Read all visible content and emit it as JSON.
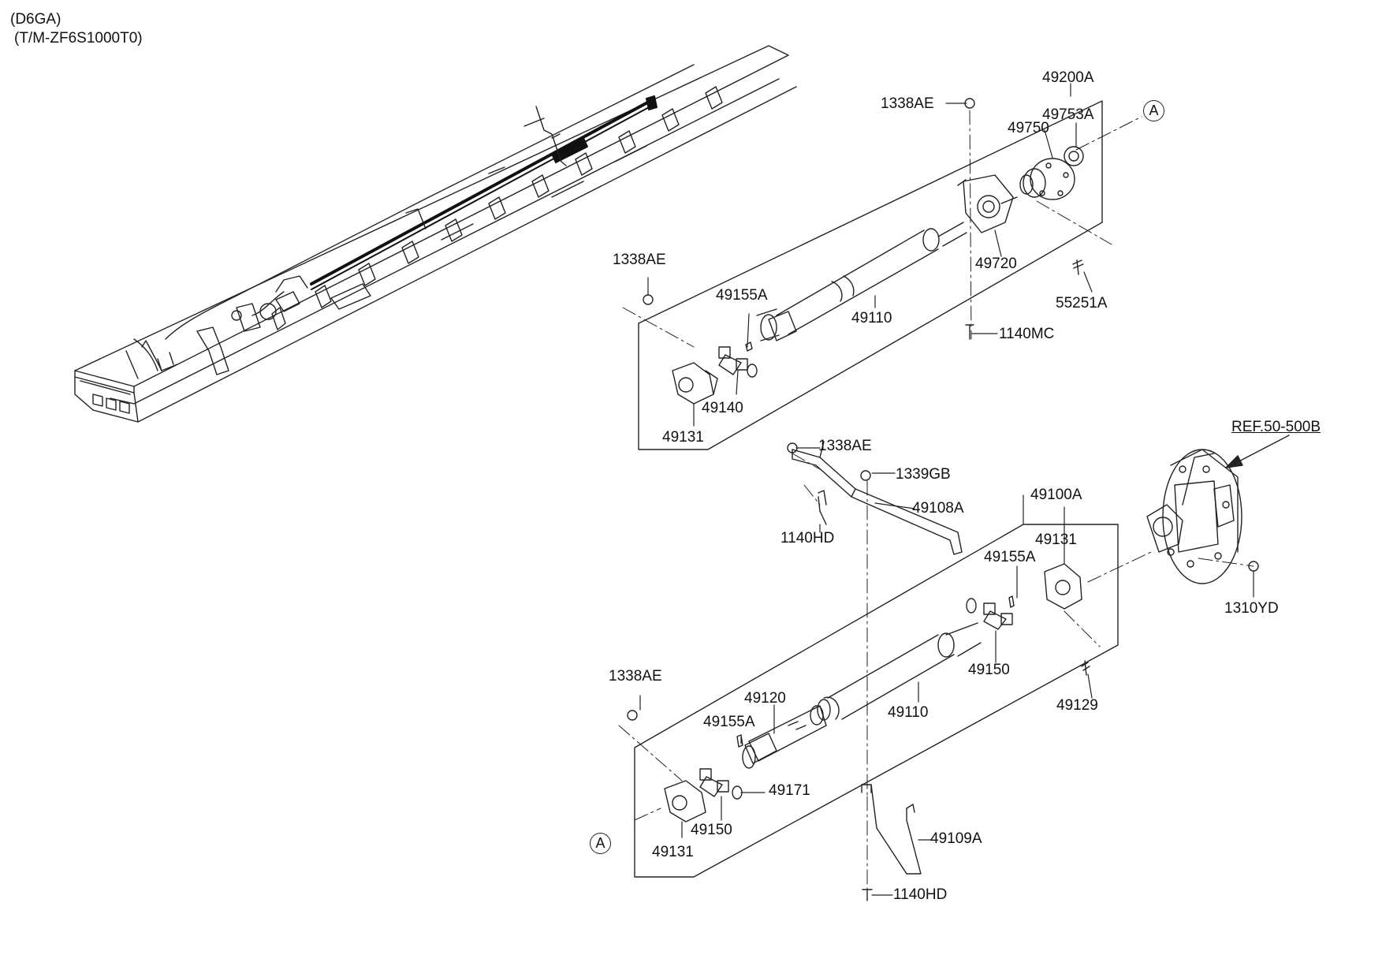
{
  "header": {
    "model": "(D6GA)",
    "transmission": "(T/M-ZF6S1000T0)"
  },
  "reference": {
    "label": "REF.50-500B"
  },
  "markers": {
    "a1": "A",
    "a2": "A"
  },
  "parts": {
    "p49200A": "49200A",
    "p1338AE_top": "1338AE",
    "p49753A": "49753A",
    "p49750": "49750",
    "p49720": "49720",
    "p1338AE_left": "1338AE",
    "p55251A": "55251A",
    "p49155A_top": "49155A",
    "p49110_top": "49110",
    "p1140MC": "1140MC",
    "p49140": "49140",
    "p49131_top": "49131",
    "p1338AE_mid": "1338AE",
    "p1339GB": "1339GB",
    "p49108A": "49108A",
    "p1140HD_top": "1140HD",
    "p49100A": "49100A",
    "p49131_right": "49131",
    "p49155A_right": "49155A",
    "p1310YD": "1310YD",
    "p49150_right": "49150",
    "p1338AE_low": "1338AE",
    "p49120": "49120",
    "p49110_low": "49110",
    "p49129": "49129",
    "p49155A_low": "49155A",
    "p49171": "49171",
    "p49150_low": "49150",
    "p49131_low": "49131",
    "p49109A": "49109A",
    "p1140HD_low": "1140HD"
  }
}
